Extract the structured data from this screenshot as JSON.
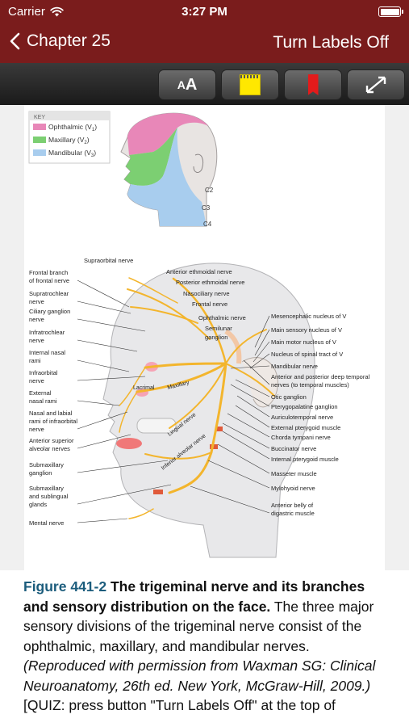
{
  "status": {
    "carrier": "Carrier",
    "time": "3:27 PM"
  },
  "nav": {
    "back_label": "Chapter 25",
    "toggle_label": "Turn Labels Off"
  },
  "toolbar": {
    "font_small": "A",
    "font_big": "A"
  },
  "key": {
    "title": "KEY",
    "items": [
      {
        "label": "Ophthalmic (V",
        "sub": "1",
        "color": "#e887b8"
      },
      {
        "label": "Maxillary (V",
        "sub": "2",
        "color": "#7ccf72"
      },
      {
        "label": "Mandibular (V",
        "sub": "3",
        "color": "#a8cdee"
      }
    ]
  },
  "face_labels": {
    "c2": "C2",
    "c3": "C3",
    "c4": "C4"
  },
  "left_labels": [
    [
      "Frontal branch",
      "of frontal nerve"
    ],
    [
      "Supratrochlear",
      "nerve"
    ],
    [
      "Ciliary ganglion",
      "nerve"
    ],
    [
      "Infratrochlear",
      "nerve"
    ],
    [
      "Internal nasal",
      "rami"
    ],
    [
      "Infraorbital",
      "nerve"
    ],
    [
      "External",
      "nasal rami"
    ],
    [
      "Nasal and labial",
      "rami of infraorbital",
      "nerve"
    ],
    [
      "Anterior superior",
      "alveolar nerves"
    ],
    [
      "Submaxillary",
      "ganglion"
    ],
    [
      "Submaxillary",
      "and sublingual",
      "glands"
    ],
    [
      "Mental nerve"
    ]
  ],
  "top_labels": {
    "supraorbital": "Supraorbital nerve",
    "anterior_ethmoidal": "Anterior ethmoidal nerve",
    "posterior_ethmoidal": "Posterior ethmoidal nerve",
    "nasociliary": "Nasociliary nerve",
    "frontal": "Frontal nerve",
    "ophthalmic": "Ophthalmic nerve",
    "semilunar_1": "Semilunar",
    "semilunar_2": "ganglion"
  },
  "right_labels": [
    [
      "Mesencephalic nucleus of V"
    ],
    [
      "Main sensory nucleus of V"
    ],
    [
      "Main motor nucleus of V"
    ],
    [
      "Nucleus of spinal tract of V"
    ],
    [
      "Mandibular nerve"
    ],
    [
      "Anterior and posterior deep temporal",
      "nerves (to temporal muscles)"
    ],
    [
      "Otic ganglion"
    ],
    [
      "Pterygopalatine ganglion"
    ],
    [
      "Auriculotemporal nerve"
    ],
    [
      "External pterygoid muscle"
    ],
    [
      "Chorda tympani nerve"
    ],
    [
      "Buccinator nerve"
    ],
    [
      "Internal pterygoid muscle"
    ],
    [
      "Masseter muscle"
    ],
    [
      "Mylohyoid nerve"
    ],
    [
      "Anterior belly of",
      "digastric muscle"
    ]
  ],
  "inline_labels": {
    "lacrimal": "Lacrimal",
    "maxillary": "Maxillary",
    "lingual": "Lingual nerve",
    "inferior_alveolar": "Inferior alveolar nerve"
  },
  "caption": {
    "figure_number": "Figure 441-2",
    "title": " The trigeminal nerve and its branches and sensory distribution on the face.",
    "body": " The three major sensory divisions of the trigeminal nerve consist of the ophthalmic, maxillary, and mandibular nerves. ",
    "reference": "(Reproduced with permission from Waxman SG: Clinical Neuroanatomy, 26th ed. New York, McGraw-Hill, 2009.)",
    "quiz": "[QUIZ: press button \"Turn Labels Off\" at the top of"
  }
}
